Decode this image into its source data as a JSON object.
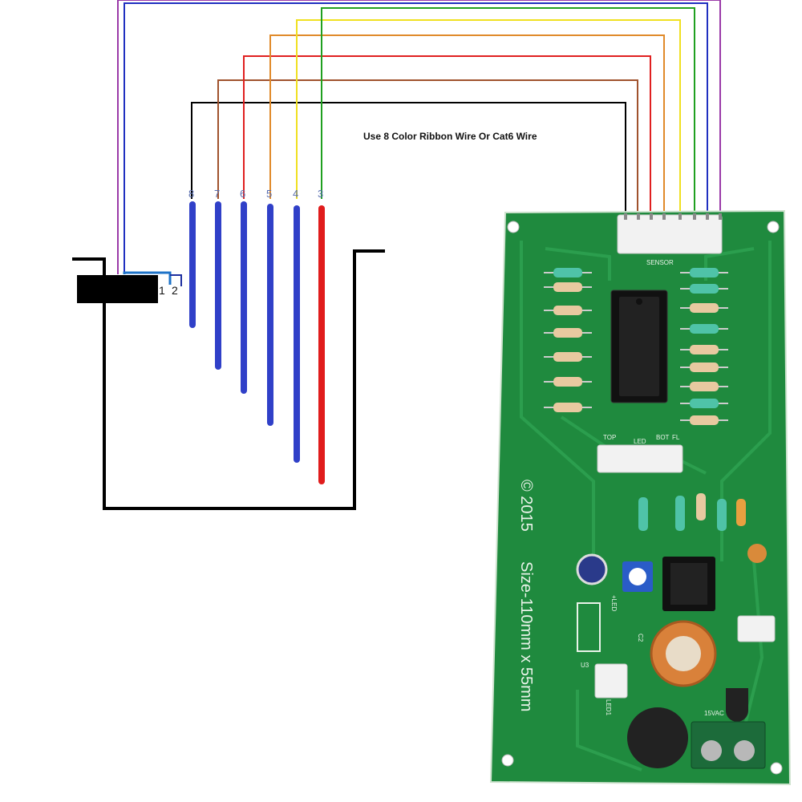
{
  "diagram": {
    "note": "Use 8 Color Ribbon Wire Or Cat6 Wire",
    "float_labels": [
      "1",
      "2"
    ],
    "probe_labels": [
      "8",
      "7",
      "6",
      "5",
      "4",
      "3"
    ],
    "wire_colors": [
      "#000000",
      "#a0522d",
      "#e02020",
      "#e08a2a",
      "#f0e020",
      "#20a020",
      "#2030c0",
      "#9a3aa8"
    ],
    "probe_colors": {
      "blue": "#3040c8",
      "red": "#e01c1c"
    }
  },
  "board": {
    "connector_label": "SENSOR",
    "copyright": "© 2015",
    "size_text": "Size-110mm x 55mm",
    "silkscreen": {
      "led_connector": "+LED",
      "u3": "U3",
      "c2": "C2",
      "led1": "LED1",
      "supply": "15VAC",
      "top": "TOP",
      "led": "LED",
      "bot": "BOT",
      "fl": "FL"
    },
    "board_color": "#1f8a3e"
  }
}
